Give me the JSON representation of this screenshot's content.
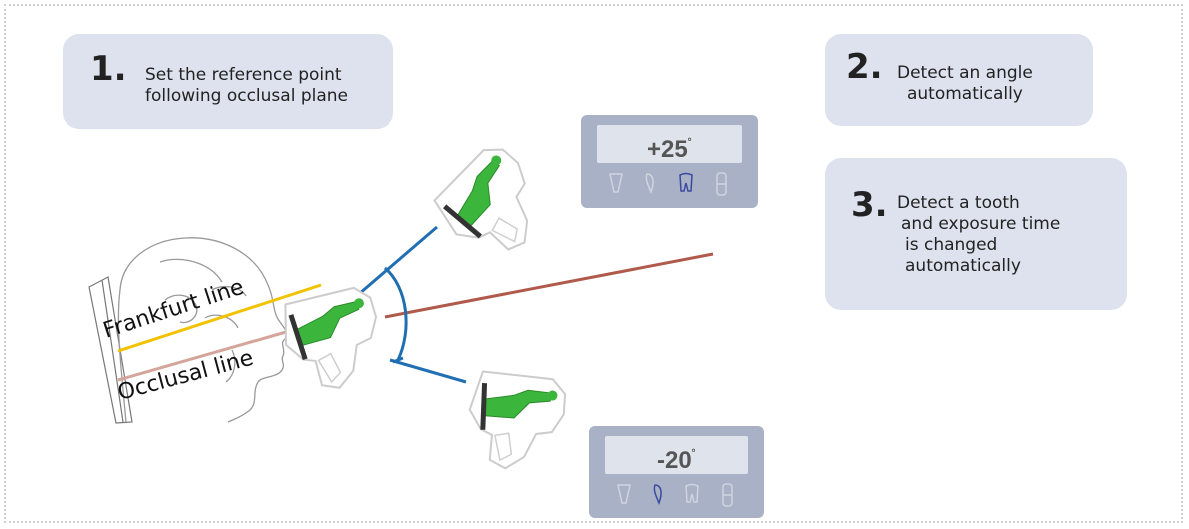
{
  "steps": [
    {
      "number": "1.",
      "text_line1": "Set the reference point",
      "text_line2": "following occlusal plane"
    },
    {
      "number": "2.",
      "text_line1": "Detect an angle",
      "text_line2": "automatically"
    },
    {
      "number": "3.",
      "text_line1": "Detect a tooth",
      "text_line2": "and exposure time",
      "text_line3": "is changed",
      "text_line4": "automatically"
    }
  ],
  "labels": {
    "frankfurt": "Frankfurt line",
    "occlusal": "Occlusal line"
  },
  "panels": [
    {
      "angle": "+25",
      "degree": "˚",
      "active_icon": "molar-icon"
    },
    {
      "angle": "-20",
      "degree": "˚",
      "active_icon": "canine-icon"
    }
  ],
  "colors": {
    "box_bg": "#dde2ee",
    "panel_bg": "#a9b1c6",
    "frankfurt_line": "#f2c200",
    "occlusal_line": "#d4a59a",
    "reference_line": "#b05a4c",
    "angle_lines": "#1f6fb2",
    "device_green": "#3cb53c"
  }
}
